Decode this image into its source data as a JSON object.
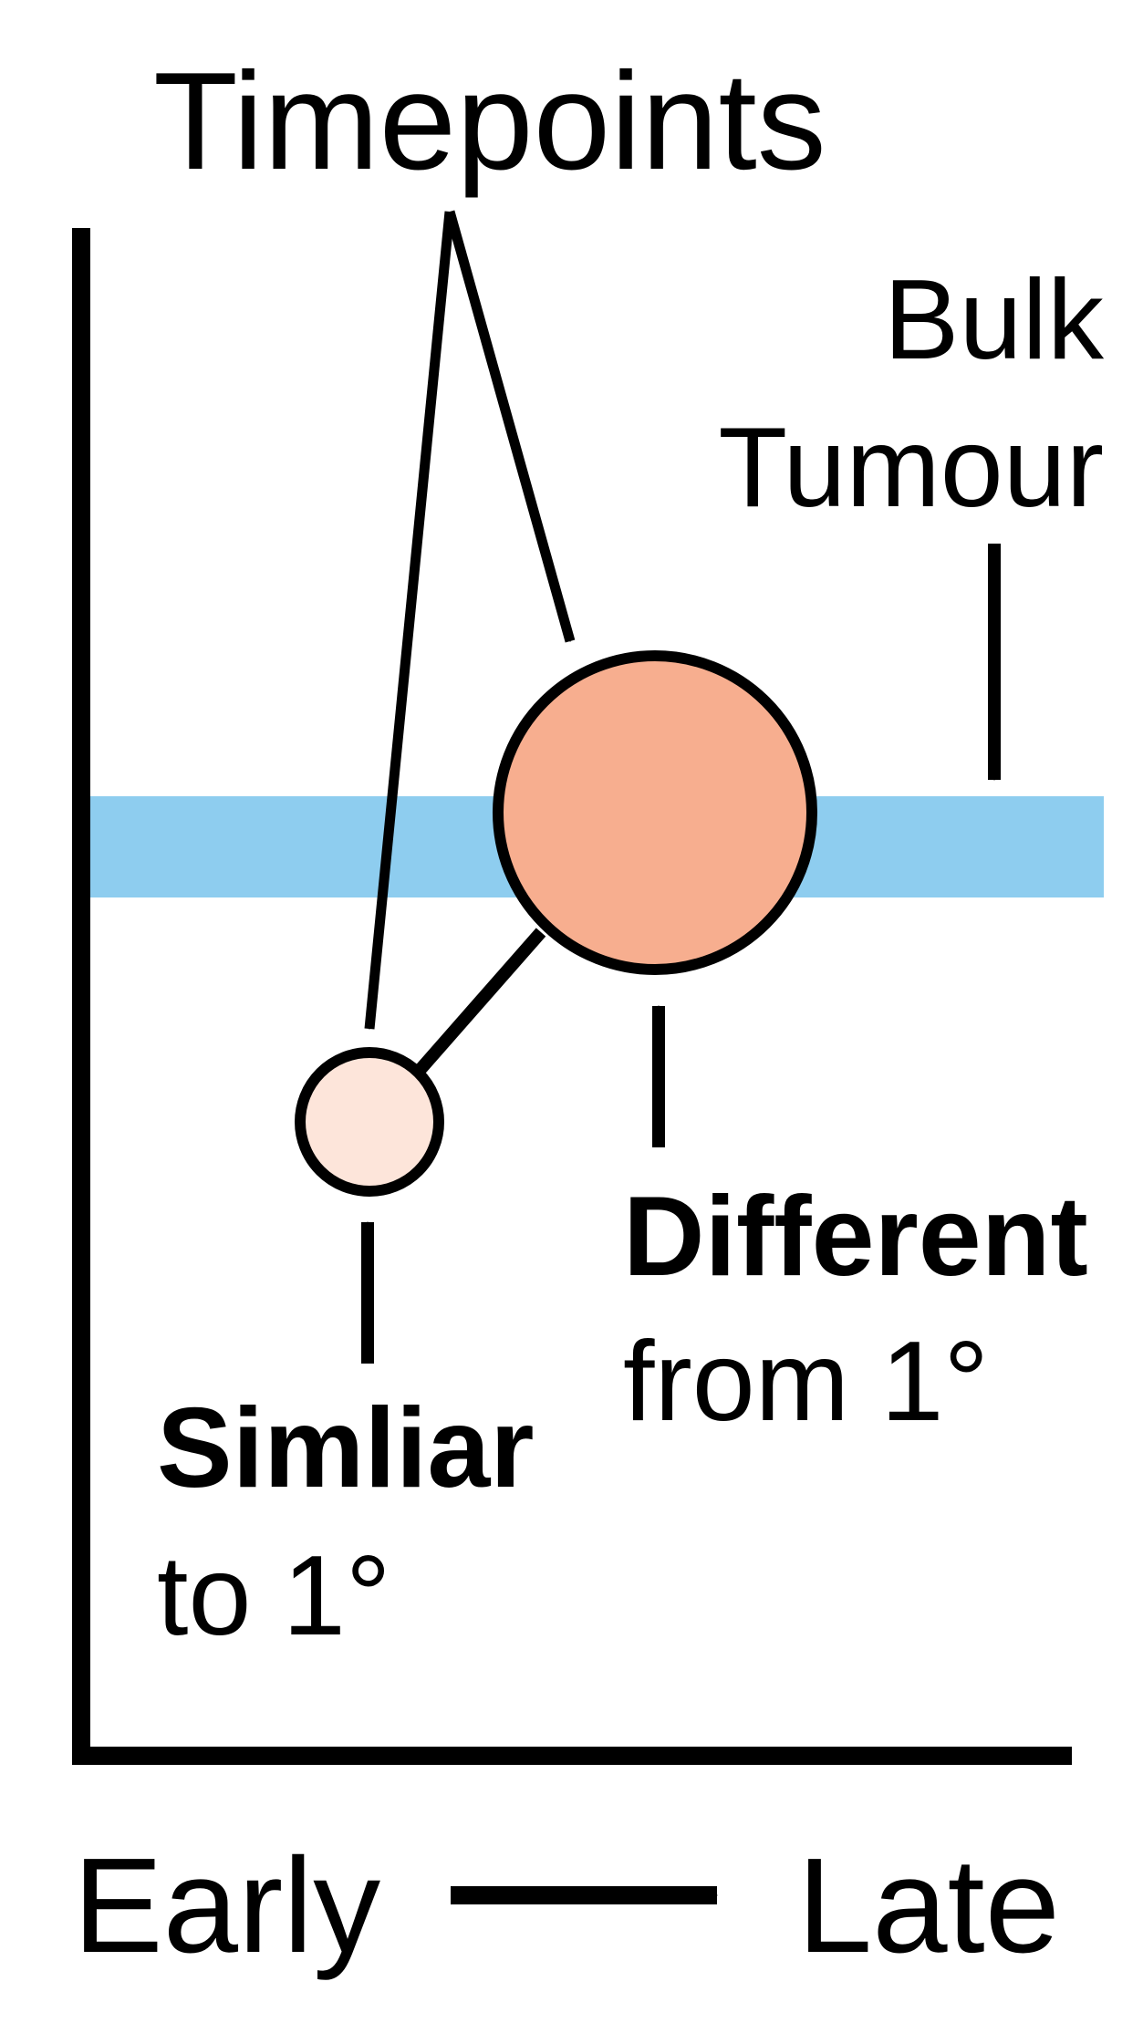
{
  "labels": {
    "timepoints": "Timepoints",
    "bulk_line1": "Bulk",
    "bulk_line2": "Tumour",
    "different_bold": "Different",
    "different_rest": "from 1°",
    "similar_bold": "Simliar",
    "similar_rest": "to 1°",
    "x_start": "Early",
    "x_end": "Late"
  },
  "colors": {
    "bulk_band": "#8ecdef",
    "late_timepoint_fill": "#f7ae8f",
    "early_timepoint_fill": "#fde5da",
    "ink": "#000000"
  },
  "timepoints": [
    {
      "name": "early",
      "relation": "similar"
    },
    {
      "name": "late",
      "relation": "different"
    }
  ]
}
